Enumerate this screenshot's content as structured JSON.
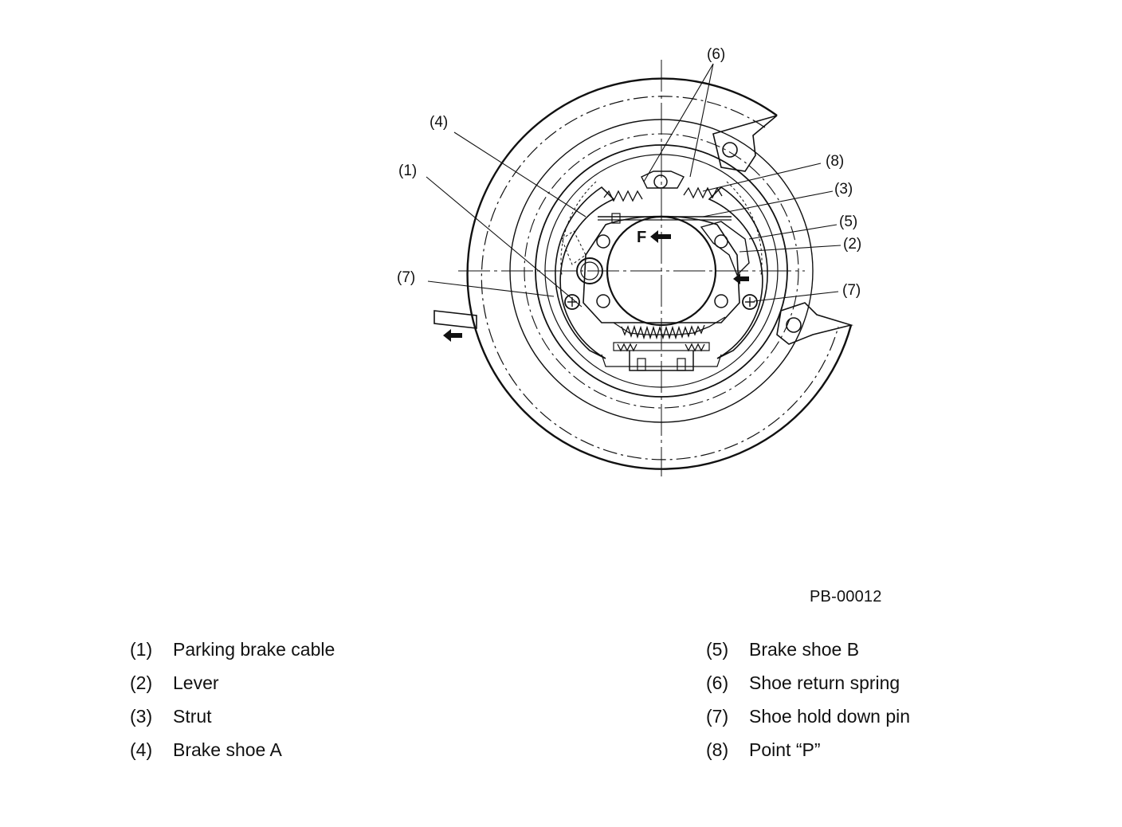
{
  "figure": {
    "id": "PB-00012",
    "direction_label": "F"
  },
  "callouts": {
    "c1": "(1)",
    "c2": "(2)",
    "c3": "(3)",
    "c4": "(4)",
    "c5": "(5)",
    "c6": "(6)",
    "c7_left": "(7)",
    "c7_right": "(7)",
    "c8": "(8)"
  },
  "legend": {
    "left": [
      {
        "num": "(1)",
        "text": "Parking brake cable"
      },
      {
        "num": "(2)",
        "text": "Lever"
      },
      {
        "num": "(3)",
        "text": "Strut"
      },
      {
        "num": "(4)",
        "text": "Brake shoe A"
      }
    ],
    "right": [
      {
        "num": "(5)",
        "text": "Brake shoe B"
      },
      {
        "num": "(6)",
        "text": "Shoe return spring"
      },
      {
        "num": "(7)",
        "text": "Shoe hold down pin"
      },
      {
        "num": "(8)",
        "text": "Point “P”"
      }
    ]
  }
}
